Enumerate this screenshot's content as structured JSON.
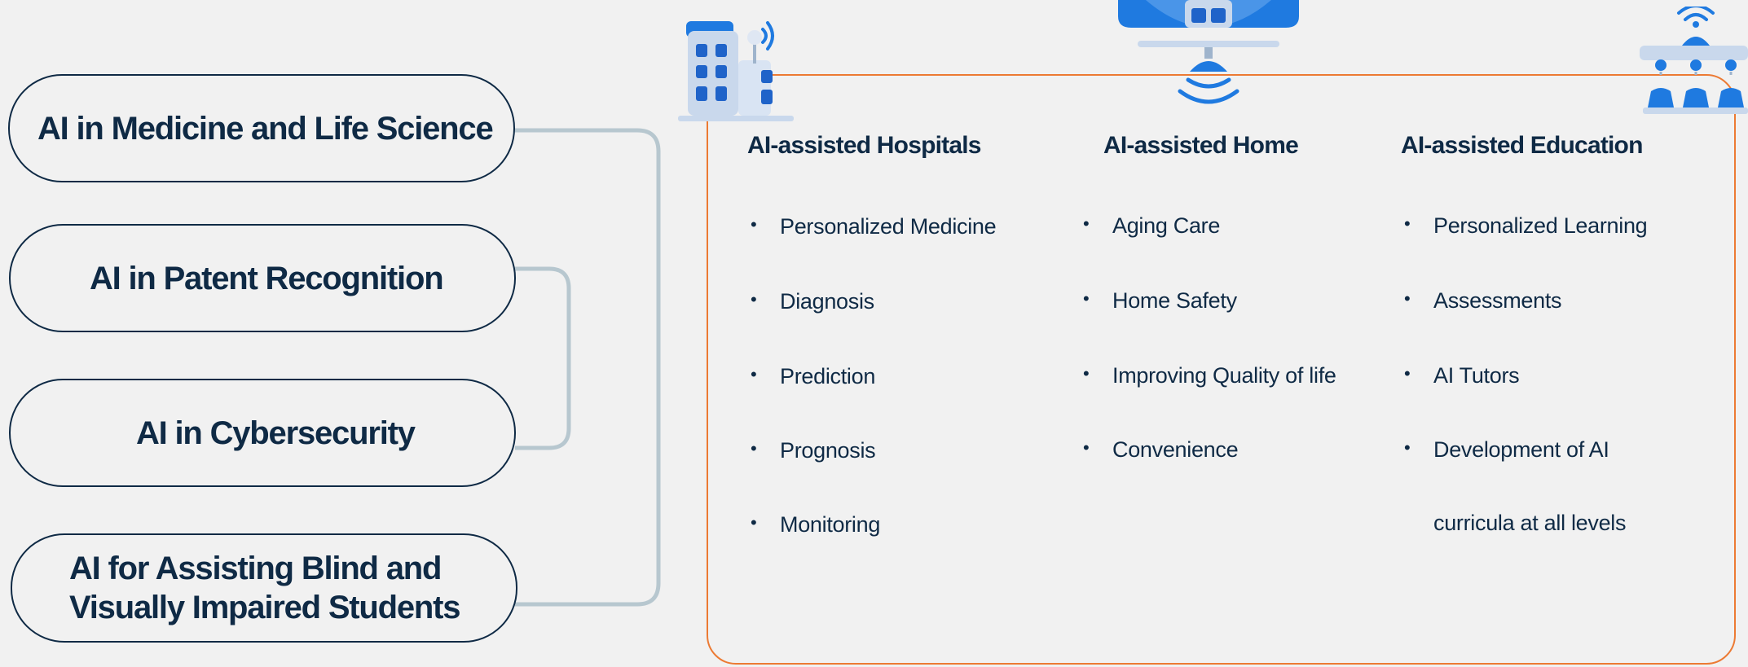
{
  "topics": [
    "AI in Medicine and Life Science",
    "AI in Patent Recognition",
    "AI in Cybersecurity",
    [
      "AI for Assisting Blind and",
      "Visually Impaired Students"
    ]
  ],
  "columns": [
    {
      "title": "AI-assisted Hospitals",
      "icon": "hospital-building-icon",
      "items": [
        "Personalized Medicine",
        "Diagnosis",
        "Prediction",
        "Prognosis",
        "Monitoring"
      ]
    },
    {
      "title": "AI-assisted Home",
      "icon": "smart-home-icon",
      "items": [
        "Aging Care",
        "Home Safety",
        "Improving Quality of life",
        "Convenience"
      ]
    },
    {
      "title": "AI-assisted Education",
      "icon": "classroom-network-icon",
      "items": [
        "Personalized Learning",
        "Assessments",
        "AI Tutors",
        "Development of AI",
        "curricula at all levels"
      ]
    }
  ],
  "colors": {
    "text": "#0f2a45",
    "connector": "#b7c7cf",
    "panel_border": "#ec7a33",
    "icon_blue": "#1f7ae0",
    "icon_light": "#c9d8ec"
  }
}
